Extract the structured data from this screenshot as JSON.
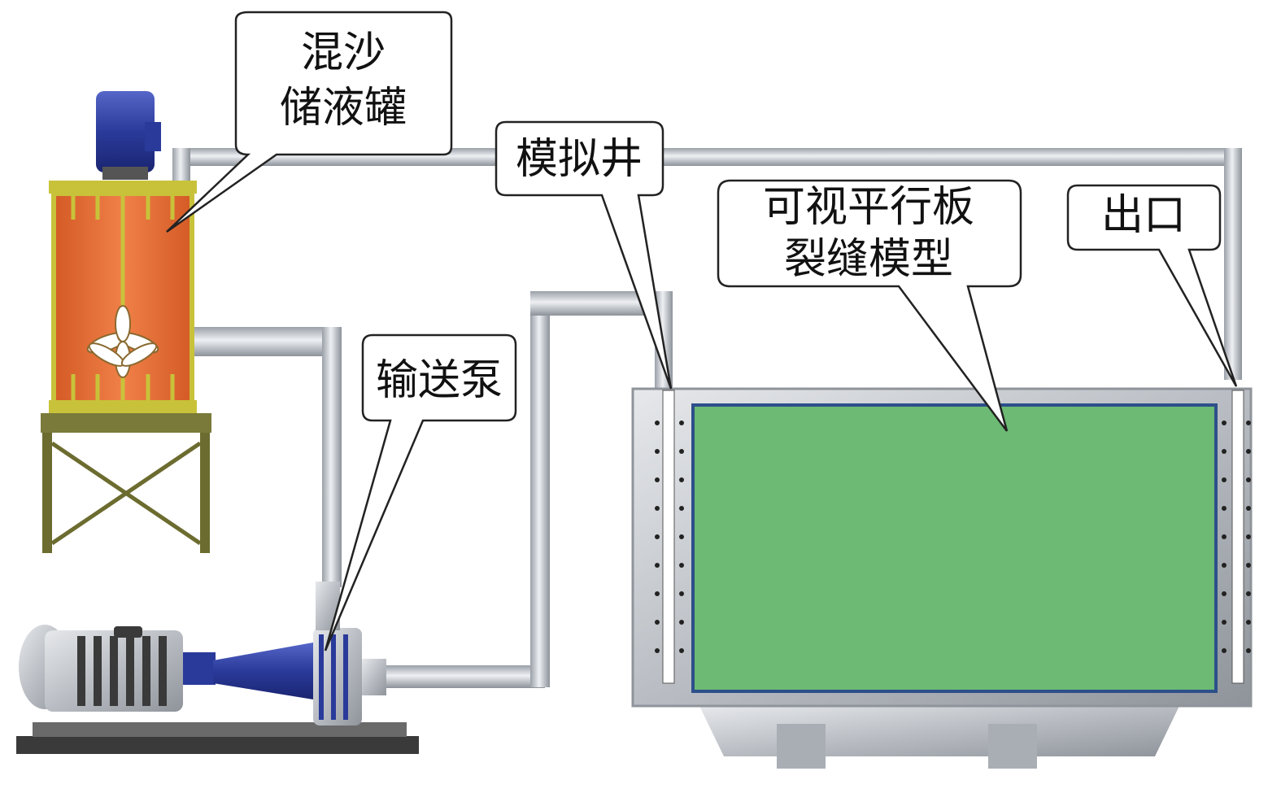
{
  "diagram": {
    "labels": {
      "mixing_tank_line1": "混沙",
      "mixing_tank_line2": "储液罐",
      "simulated_well": "模拟井",
      "fracture_model_line1": "可视平行板",
      "fracture_model_line2": "裂缝模型",
      "outlet": "出口",
      "pump": "输送泵"
    },
    "colors": {
      "tank_body": "#e8703a",
      "tank_frame": "#c8c23a",
      "motor_blue": "#2a3a9a",
      "fracture_panel": "#6cba74",
      "pipe": "#c9cdd2",
      "frame_gray": "#b8bcc2"
    }
  }
}
